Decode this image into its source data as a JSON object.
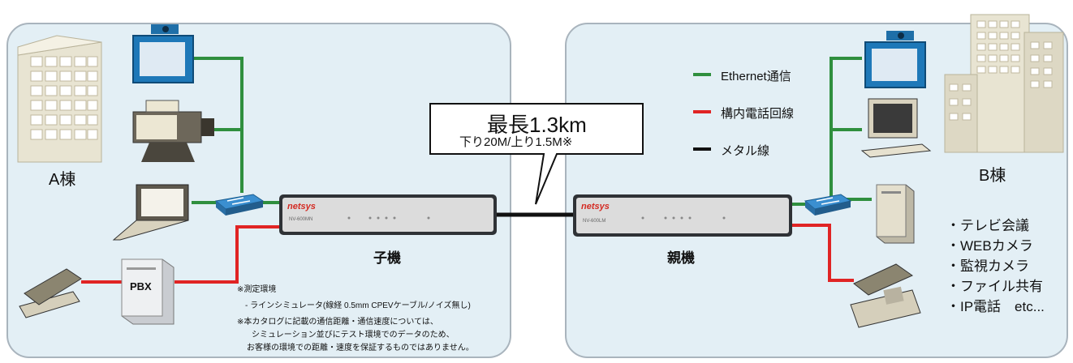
{
  "callout": {
    "title": "最長1.3km",
    "subtitle": "下り20M/上り1.5M※"
  },
  "buildings": {
    "left_label": "A棟",
    "right_label": "B棟"
  },
  "devices": {
    "child_label": "子機",
    "parent_label": "親機",
    "brand": "netsys",
    "child_model": "NV-600MN",
    "parent_model": "NV-600LM",
    "pbx_label": "PBX"
  },
  "legend": [
    {
      "label": "Ethernet通信",
      "color": "#2f8f3e"
    },
    {
      "label": "構内電話回線",
      "color": "#e02424"
    },
    {
      "label": "メタル線",
      "color": "#111111"
    }
  ],
  "notes": [
    "※測定環境",
    "- ラインシミュレータ(線経 0.5mm CPEVケーブル/ノイズ無し)",
    "※本カタログに記載の通信距離・通信速度については、",
    "シミュレーション並びにテスト環境でのデータのため、",
    "お客様の環境での距離・速度を保証するものではありません。"
  ],
  "uses": [
    "・テレビ会議",
    "・WEBカメラ",
    "・監視カメラ",
    "・ファイル共有",
    "・IP電話　etc..."
  ],
  "colors": {
    "ethernet": "#2f8f3e",
    "phone": "#e02424",
    "metal": "#111111",
    "panel_bg": "#e3eff5"
  }
}
